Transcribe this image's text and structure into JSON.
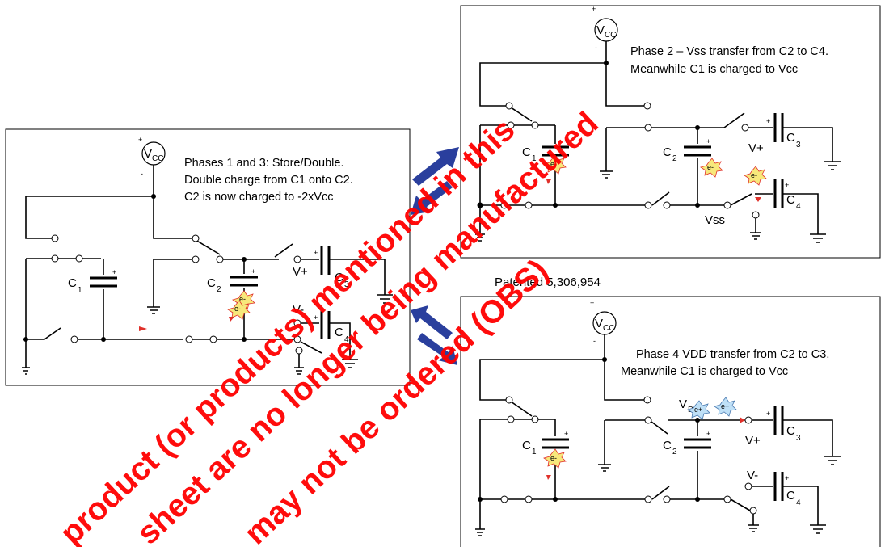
{
  "panels": {
    "left": {
      "line1": "Phases 1 and 3: Store/Double.",
      "line2": "Double charge from C1 onto C2.",
      "line3": "C2 is now charged to -2xVcc",
      "source_v": "V",
      "source_sub": "CC",
      "c1": "C",
      "c1_sub": "1",
      "c2": "C",
      "c2_sub": "2",
      "c3": "C",
      "c3_sub": "3",
      "c4": "C",
      "c4_sub": "4",
      "vplus": "V+",
      "vminus": "V-"
    },
    "top_right": {
      "line1": "Phase 2 – Vss transfer from C2 to C4.",
      "line2": "Meanwhile C1 is charged to Vcc",
      "source_v": "V",
      "source_sub": "CC",
      "c1": "C",
      "c1_sub": "1",
      "c2": "C",
      "c2_sub": "2",
      "c3": "C",
      "c3_sub": "3",
      "c4": "C",
      "c4_sub": "4",
      "vplus": "V+",
      "vss": "Vss"
    },
    "bottom_right": {
      "line1": "Phase 4 VDD transfer from C2 to C3.",
      "line2": "Meanwhile C1 is charged to Vcc",
      "source_v": "V",
      "source_sub": "CC",
      "c1": "C",
      "c1_sub": "1",
      "c2": "C",
      "c2_sub": "2",
      "c3": "C",
      "c3_sub": "3",
      "c4": "C",
      "c4_sub": "4",
      "vplus": "V+",
      "vminus": "V-",
      "vdd": "V",
      "vdd_sub": "DD"
    }
  },
  "patent": "Patented 5,306,954",
  "electron_neg": "e-",
  "electron_pos": "e+",
  "plus": "+",
  "minus": "-",
  "watermark": [
    "product (or products) mentioned in this",
    "sheet are no longer being manufactured",
    "may not be ordered (OBS)"
  ],
  "colors": {
    "watermark": "#ff0000",
    "arrow": "#2a3f9d",
    "electron_neg_fill": "#f7e87b",
    "electron_pos_fill": "#bfe0f7",
    "marker": "#e0302a"
  }
}
